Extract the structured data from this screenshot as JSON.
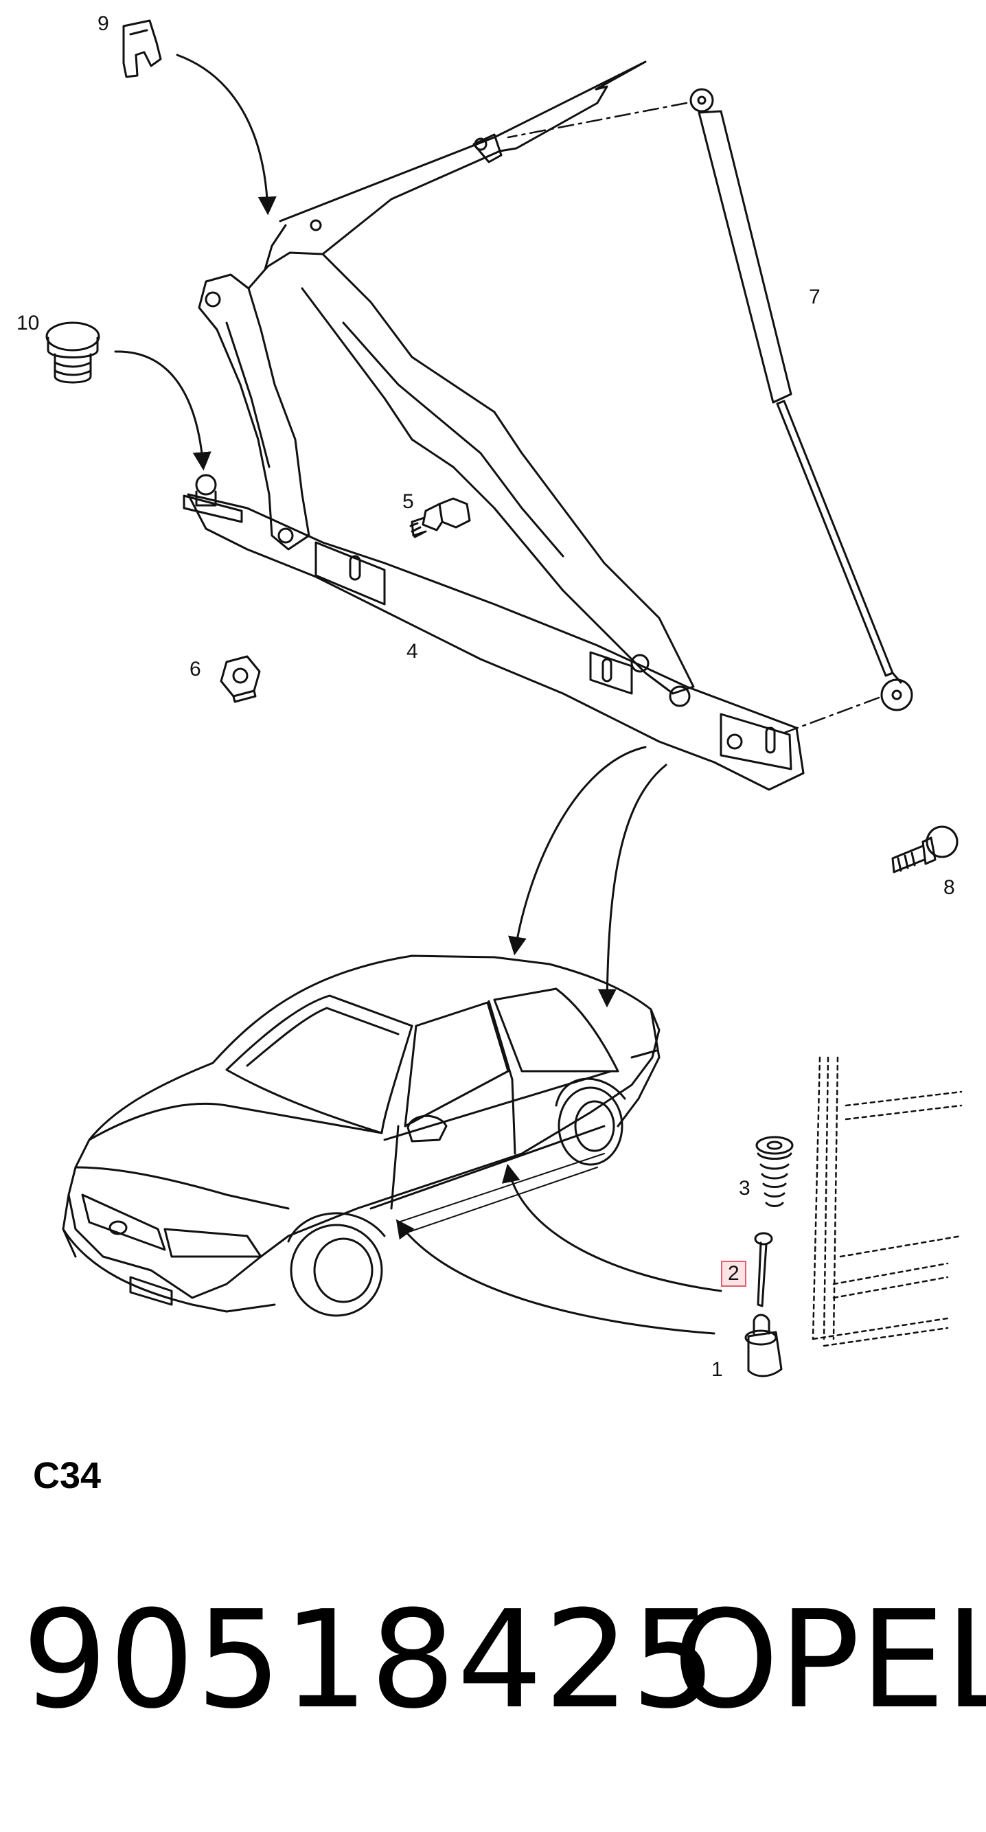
{
  "callouts": {
    "c1": "1",
    "c2": "2",
    "c3": "3",
    "c4": "4",
    "c5": "5",
    "c6": "6",
    "c7": "7",
    "c8": "8",
    "c9": "9",
    "c10": "10"
  },
  "highlighted_callout": "2",
  "sheet_code": "C34",
  "part_number": "90518425",
  "brand": "OPEL",
  "colors": {
    "line": "#111111",
    "highlight_border": "#e06070",
    "highlight_fill": "#fbe3e6"
  }
}
